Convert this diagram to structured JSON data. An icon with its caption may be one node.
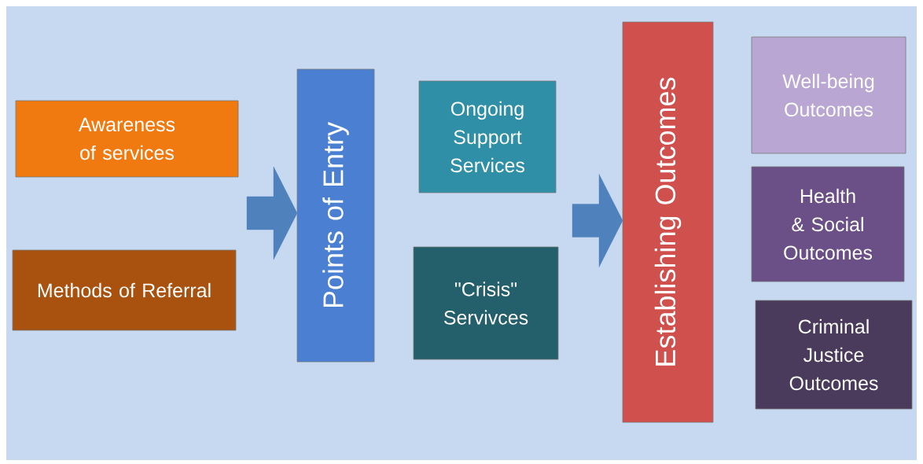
{
  "diagram": {
    "nodes": [
      {
        "text": [
          "Awareness of services"
        ]
      },
      {
        "text": [
          "Methods of Referral"
        ]
      },
      {
        "text": [
          "Points of Entry"
        ]
      },
      {
        "text": [
          "Ongoing Support Services"
        ]
      },
      {
        "text": [
          "\"Crisis\" Servivces"
        ]
      },
      {
        "text": [
          "Establishing Outcomes"
        ]
      },
      {
        "text": [
          "Well-being Outcomes"
        ]
      },
      {
        "text": [
          "Health & Social Outcomes"
        ]
      },
      {
        "text": [
          "Criminal Justice Outcomes"
        ]
      }
    ],
    "edges": [
      {
        "from": null,
        "to": 2,
        "arrow": "to"
      },
      {
        "from": null,
        "to": 5,
        "arrow": "to"
      }
    ]
  }
}
